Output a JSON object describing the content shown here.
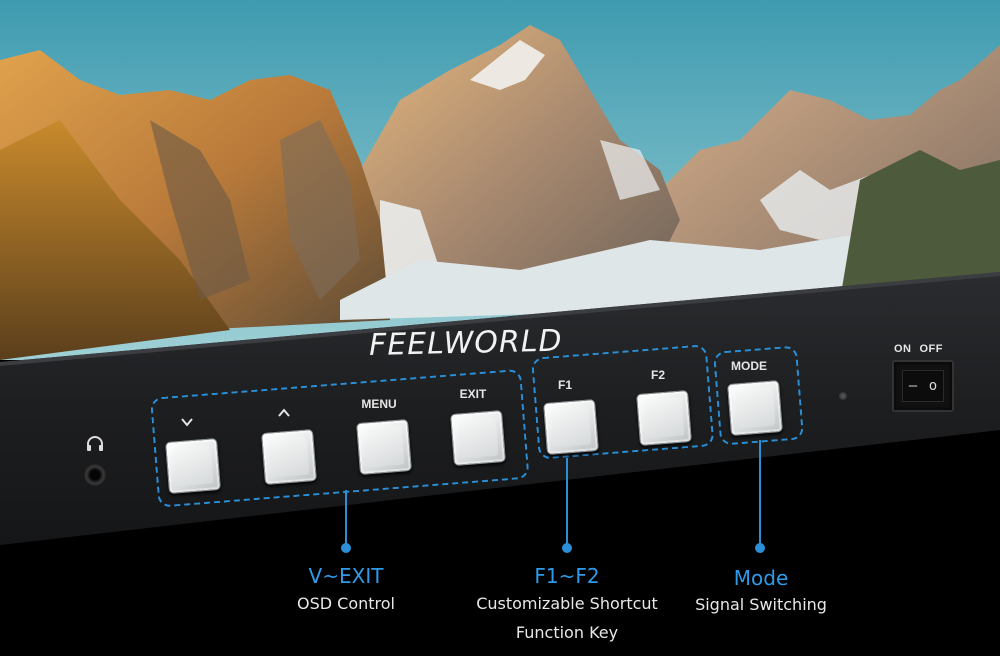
{
  "brand": "FEELWORLD",
  "keys": [
    {
      "id": "down",
      "label": "",
      "icon": "chevron-down-icon"
    },
    {
      "id": "up",
      "label": "",
      "icon": "chevron-up-icon"
    },
    {
      "id": "menu",
      "label": "MENU"
    },
    {
      "id": "exit",
      "label": "EXIT"
    },
    {
      "id": "f1",
      "label": "F1"
    },
    {
      "id": "f2",
      "label": "F2"
    },
    {
      "id": "mode",
      "label": "MODE"
    }
  ],
  "power": {
    "on_label": "ON",
    "off_label": "OFF",
    "symbol_on": "–",
    "symbol_off": "o"
  },
  "callouts": {
    "osd": {
      "title": "V~EXIT",
      "desc": "OSD Control"
    },
    "fn": {
      "title": "F1~F2",
      "desc_line1": "Customizable Shortcut",
      "desc_line2": "Function Key"
    },
    "mode": {
      "title": "Mode",
      "desc": "Signal Switching"
    }
  },
  "colors": {
    "accent": "#2f9be8",
    "panel": "#1c1d1f",
    "sky": "#6fb6c4"
  },
  "icons": [
    "headphone-icon",
    "chevron-down-icon",
    "chevron-up-icon"
  ]
}
